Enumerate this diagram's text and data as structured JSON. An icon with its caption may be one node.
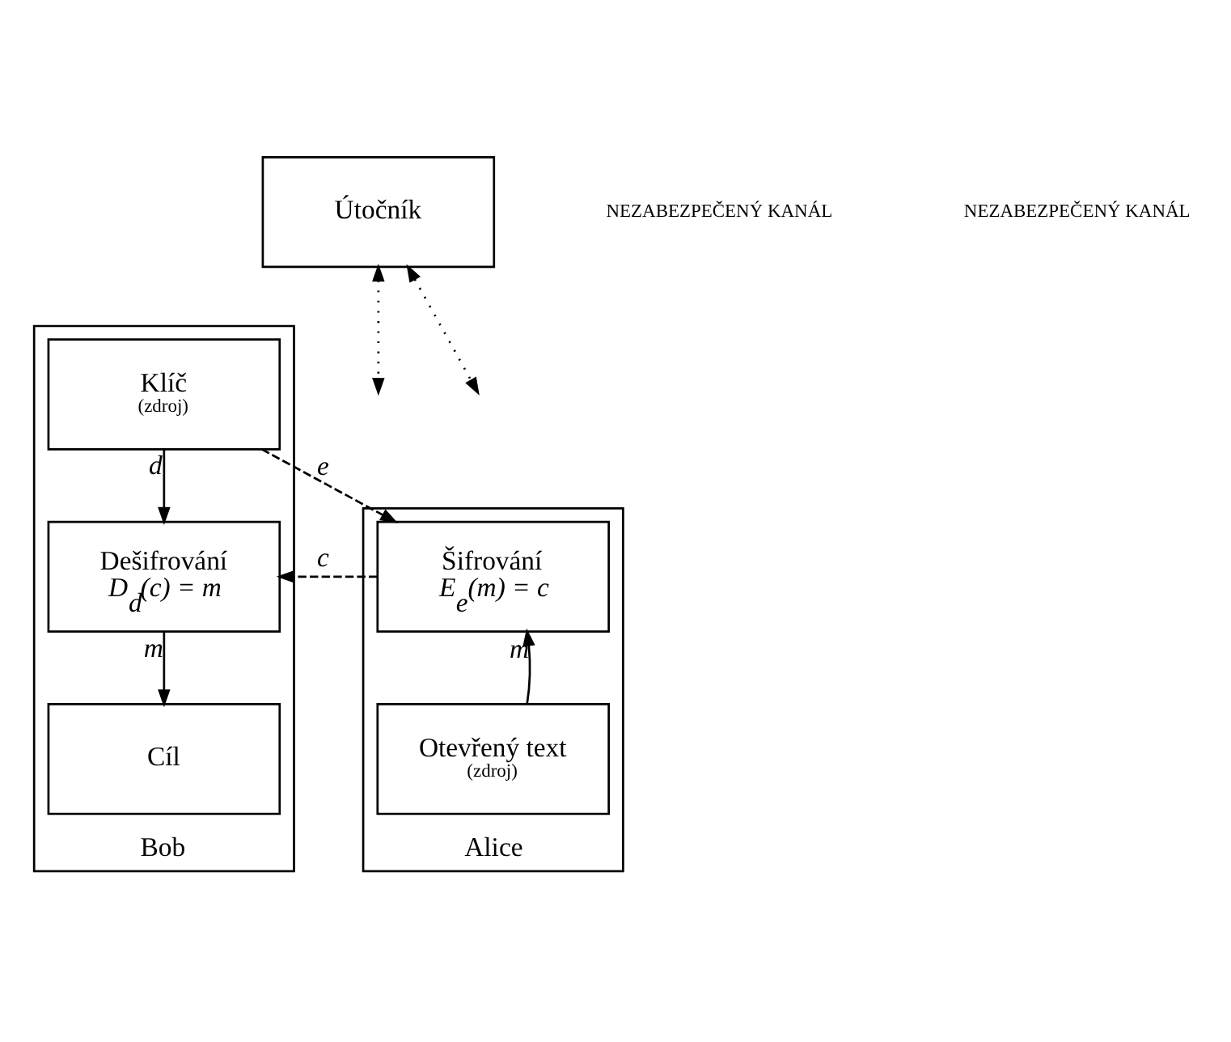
{
  "diagram": {
    "nodes": [
      {
        "text": [
          "Útočník"
        ]
      },
      {
        "text": [
          "Alice"
        ]
      },
      {
        "text": [
          "Šifrování",
          "E$_{e}$(m) = c"
        ],
        "in": 1
      },
      {
        "text": [
          "Otevřený text",
          "(zdroj)"
        ],
        "in": 1
      },
      {
        "text": [
          "Bob"
        ]
      },
      {
        "text": [
          "Klíč",
          "(zdroj)"
        ],
        "in": 4
      },
      {
        "text": [
          "Dešifrování",
          "D$_{d}$(c) = m"
        ],
        "in": 4
      },
      {
        "text": [
          "Cíl"
        ],
        "in": 4
      }
    ],
    "edges": [
      {
        "from": 5,
        "to": 2,
        "arrow": "to",
        "label": "e",
        "style": "dashed"
      },
      {
        "from": 0,
        "to": null,
        "arrow": "both",
        "style": "dashed"
      },
      {
        "from": 2,
        "to": 6,
        "arrow": "to",
        "label": "c",
        "style": "dashed"
      },
      {
        "from": 0,
        "to": null,
        "arrow": "both",
        "style": "dashed"
      },
      {
        "from": 3,
        "to": 2,
        "arrow": "to",
        "label": "m"
      },
      {
        "from": 5,
        "to": 6,
        "arrow": "to",
        "label": "d"
      },
      {
        "from": 6,
        "to": 7,
        "arrow": "to",
        "label": "m"
      }
    ],
    "labels": [
      "NEZABEZPEČENÝ KANÁL",
      "NEZABEZPEČENÝ KANÁL"
    ]
  }
}
